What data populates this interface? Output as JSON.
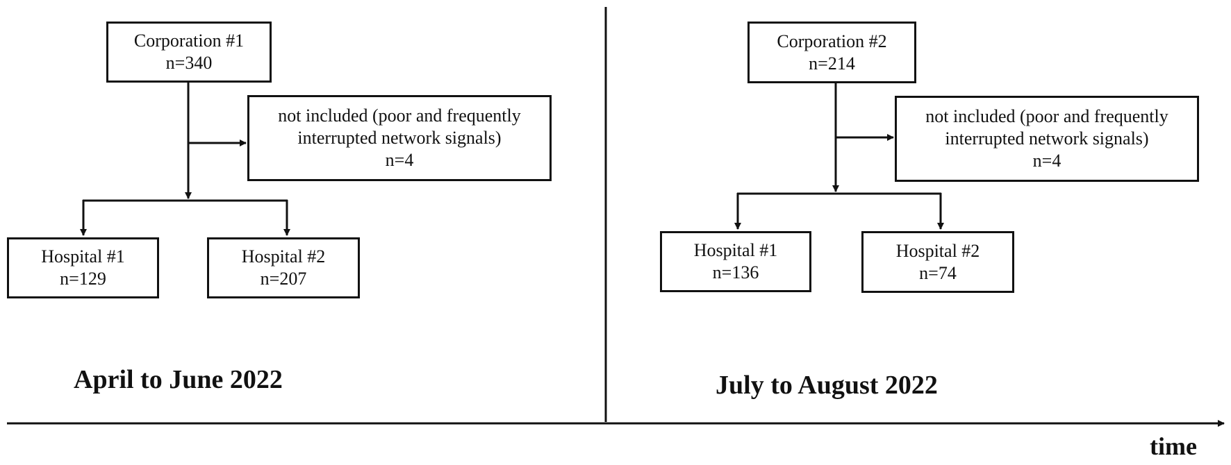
{
  "left": {
    "corporation": {
      "name": "Corporation #1",
      "n": "n=340"
    },
    "excluded": {
      "line1": "not included (poor and frequently",
      "line2": "interrupted network signals)",
      "n": "n=4"
    },
    "hospital1": {
      "name": "Hospital #1",
      "n": "n=129"
    },
    "hospital2": {
      "name": "Hospital #2",
      "n": "n=207"
    },
    "period": "April to June 2022"
  },
  "right": {
    "corporation": {
      "name": "Corporation #2",
      "n": "n=214"
    },
    "excluded": {
      "line1": "not included (poor and frequently",
      "line2": "interrupted network signals)",
      "n": "n=4"
    },
    "hospital1": {
      "name": "Hospital #1",
      "n": "n=136"
    },
    "hospital2": {
      "name": "Hospital #2",
      "n": "n=74"
    },
    "period": "July to August 2022"
  },
  "axis": {
    "label": "time"
  }
}
